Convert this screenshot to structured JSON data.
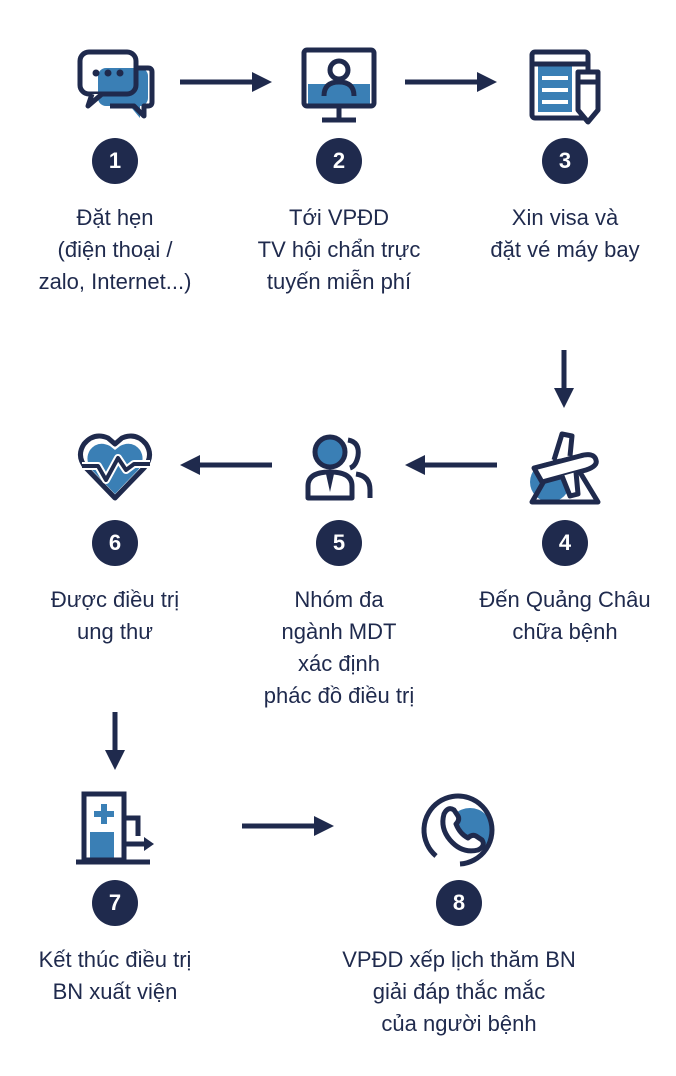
{
  "colors": {
    "navy": "#1f2a4d",
    "blue": "#3a7fb5"
  },
  "steps": [
    {
      "number": "1",
      "icon": "chat-icon",
      "lines": [
        "Đặt hẹn",
        "(điện thoại /",
        "zalo, Internet...)"
      ]
    },
    {
      "number": "2",
      "icon": "video-consult-icon",
      "lines": [
        "Tới VPĐD",
        "TV hội chẩn trực",
        "tuyến miễn phí"
      ]
    },
    {
      "number": "3",
      "icon": "document-pencil-icon",
      "lines": [
        "Xin visa và",
        "đặt vé máy bay"
      ]
    },
    {
      "number": "4",
      "icon": "airplane-icon",
      "lines": [
        "Đến Quảng Châu",
        "chữa bệnh"
      ]
    },
    {
      "number": "5",
      "icon": "team-doctors-icon",
      "lines": [
        "Nhóm đa",
        "ngành MDT",
        "xác định",
        "phác đồ điều trị"
      ]
    },
    {
      "number": "6",
      "icon": "heart-pulse-icon",
      "lines": [
        "Được điều trị",
        "ung thư"
      ]
    },
    {
      "number": "7",
      "icon": "hospital-exit-icon",
      "lines": [
        "Kết thúc điều trị",
        "BN xuất viện"
      ]
    },
    {
      "number": "8",
      "icon": "phone-call-icon",
      "lines": [
        "VPĐD xếp lịch thăm BN",
        "giải đáp thắc mắc",
        "của người bệnh"
      ]
    }
  ]
}
